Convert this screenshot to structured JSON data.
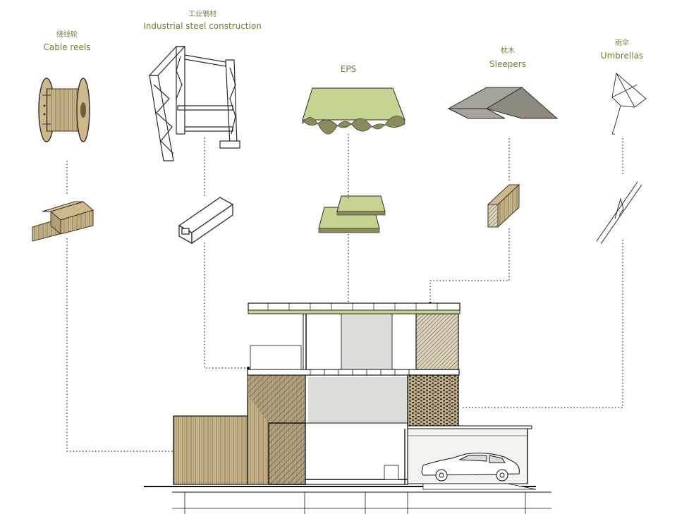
{
  "materials": [
    {
      "cn": "绕线轮",
      "en": "Cable reels",
      "icon": "cable-reel-icon"
    },
    {
      "cn": "工业钢材",
      "en": "Industrial steel construction",
      "icon": "steel-frame-icon"
    },
    {
      "cn": "",
      "en": "EPS",
      "icon": "eps-board-icon"
    },
    {
      "cn": "枕木",
      "en": "Sleepers",
      "icon": "sleeper-icon"
    },
    {
      "cn": "雨伞",
      "en": "Umbrellas",
      "icon": "umbrella-icon"
    }
  ],
  "colors": {
    "label": "#6f7f3a",
    "eps": "#c5d493",
    "wood": "#cdb98e",
    "roof": "#a8a39a",
    "line": "#1a1a1a"
  }
}
